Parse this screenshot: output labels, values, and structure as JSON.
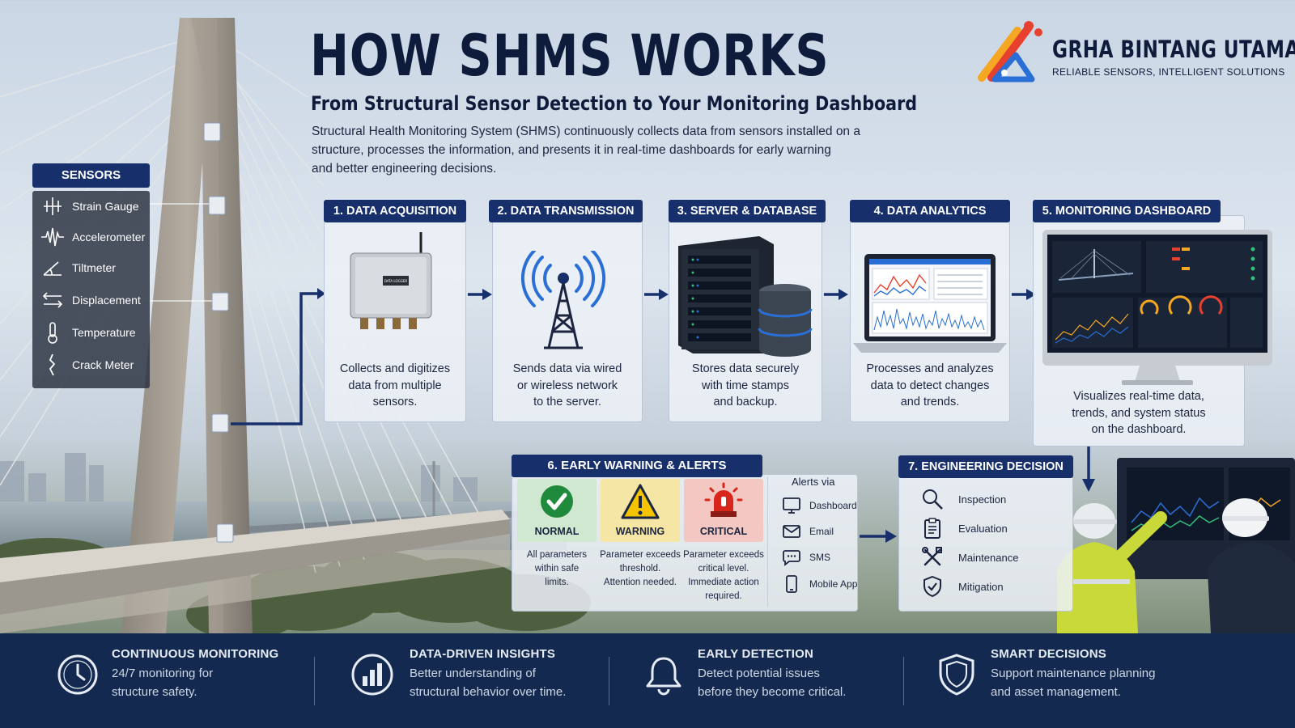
{
  "header": {
    "title": "HOW SHMS WORKS",
    "subtitle": "From Structural Sensor Detection to Your Monitoring Dashboard",
    "intro_line1": "Structural Health Monitoring System (SHMS) continuously collects data from sensors installed on a",
    "intro_line2": "structure, processes the information, and presents it in real-time dashboards for early warning",
    "intro_line3": "and better engineering decisions."
  },
  "brand": {
    "name": "GRHA BINTANG UTAMA",
    "tagline": "RELIABLE SENSORS, INTELLIGENT SOLUTIONS",
    "colors": {
      "navy": "#17306b",
      "accent_red": "#e8402f",
      "accent_orange": "#f5a623",
      "accent_blue": "#2a6fd6"
    }
  },
  "sensors": {
    "title": "SENSORS",
    "items": [
      {
        "label": "Strain Gauge",
        "icon": "strain-gauge-icon"
      },
      {
        "label": "Accelerometer",
        "icon": "accelerometer-icon"
      },
      {
        "label": "Tiltmeter",
        "icon": "tiltmeter-icon"
      },
      {
        "label": "Displacement",
        "icon": "displacement-icon"
      },
      {
        "label": "Temperature",
        "icon": "thermometer-icon"
      },
      {
        "label": "Crack Meter",
        "icon": "crack-meter-icon"
      }
    ]
  },
  "steps": [
    {
      "title": "1. DATA ACQUISITION",
      "l1": "Collects and digitizes",
      "l2": "data from multiple",
      "l3": "sensors.",
      "device_label": "DATA LOGGER"
    },
    {
      "title": "2. DATA TRANSMISSION",
      "l1": "Sends data via wired",
      "l2": "or wireless network",
      "l3": "to the server."
    },
    {
      "title": "3. SERVER & DATABASE",
      "l1": "Stores data securely",
      "l2": "with time stamps",
      "l3": "and backup."
    },
    {
      "title": "4. DATA ANALYTICS",
      "l1": "Processes and analyzes",
      "l2": "data to detect changes",
      "l3": "and trends."
    },
    {
      "title": "5. MONITORING DASHBOARD",
      "l1": "Visualizes real-time data,",
      "l2": "trends, and system status",
      "l3": "on the dashboard."
    }
  ],
  "alerts": {
    "title": "6. EARLY WARNING & ALERTS",
    "levels": [
      {
        "label": "NORMAL",
        "d1": "All parameters",
        "d2": "within safe",
        "d3": "limits.",
        "d4": "",
        "color": "#cfe8cf"
      },
      {
        "label": "WARNING",
        "d1": "Parameter exceeds",
        "d2": "threshold.",
        "d3": "Attention needed.",
        "d4": "",
        "color": "#f6e6a6"
      },
      {
        "label": "CRITICAL",
        "d1": "Parameter exceeds",
        "d2": "critical level.",
        "d3": "Immediate action",
        "d4": "required.",
        "color": "#f3c7c2"
      }
    ],
    "via_title": "Alerts via",
    "via": [
      {
        "label": "Dashboard",
        "icon": "monitor-icon"
      },
      {
        "label": "Email",
        "icon": "envelope-icon"
      },
      {
        "label": "SMS",
        "icon": "chat-bubble-icon"
      },
      {
        "label": "Mobile App",
        "icon": "smartphone-icon"
      }
    ]
  },
  "decision": {
    "title": "7. ENGINEERING DECISION",
    "items": [
      {
        "label": "Inspection",
        "icon": "magnifier-icon"
      },
      {
        "label": "Evaluation",
        "icon": "clipboard-icon"
      },
      {
        "label": "Maintenance",
        "icon": "tools-icon"
      },
      {
        "label": "Mitigation",
        "icon": "shield-check-icon"
      }
    ]
  },
  "footer": [
    {
      "title": "CONTINUOUS MONITORING",
      "l1": "24/7 monitoring for",
      "l2": "structure safety.",
      "icon": "clock-icon"
    },
    {
      "title": "DATA-DRIVEN INSIGHTS",
      "l1": "Better understanding of",
      "l2": "structural behavior over time.",
      "icon": "bar-chart-icon"
    },
    {
      "title": "EARLY DETECTION",
      "l1": "Detect potential issues",
      "l2": "before they become critical.",
      "icon": "bell-icon"
    },
    {
      "title": "SMART DECISIONS",
      "l1": "Support maintenance planning",
      "l2": "and asset management.",
      "icon": "shield-icon"
    }
  ]
}
